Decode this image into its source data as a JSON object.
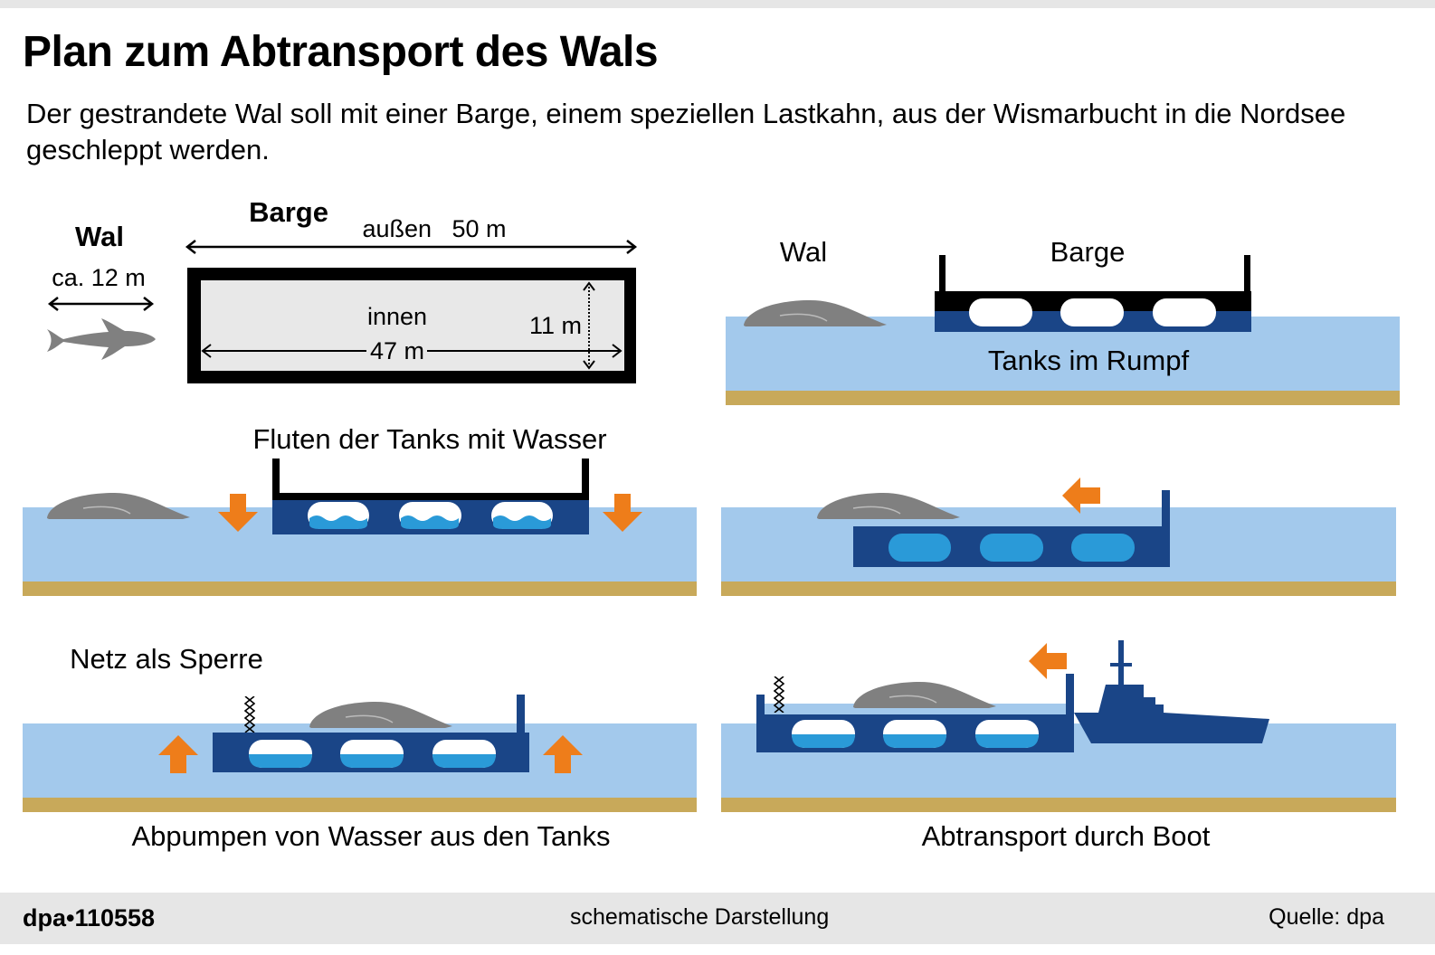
{
  "header": {
    "title": "Plan zum Abtransport des Wals",
    "subtitle": "Der gestrandete Wal soll mit einer Barge, einem speziellen Lastkahn, aus der Wismarbucht in die Nordsee geschleppt werden."
  },
  "dimensions": {
    "whale_label": "Wal",
    "whale_length": "ca. 12 m",
    "barge_label": "Barge",
    "outer_length": "außen   50 m",
    "inner_label": "innen",
    "inner_length": "47 m",
    "inner_width": "11 m"
  },
  "panels": {
    "setup": {
      "whale": "Wal",
      "barge": "Barge",
      "tanks": "Tanks im Rumpf"
    },
    "flooding": {
      "caption": "Fluten der Tanks mit Wasser"
    },
    "pumping": {
      "net": "Netz als Sperre",
      "caption": "Abpumpen von Wasser aus den Tanks"
    },
    "transport": {
      "caption": "Abtransport durch Boot"
    }
  },
  "footer": {
    "id": "dpa•110558",
    "note": "schematische Darstellung",
    "source": "Quelle: dpa"
  },
  "colors": {
    "water": "#a3c9ec",
    "sand": "#c8a95a",
    "barge": "#1a4587",
    "tank_water": "#2a9ad8",
    "whale": "#808080",
    "arrow": "#ee7d1a"
  }
}
